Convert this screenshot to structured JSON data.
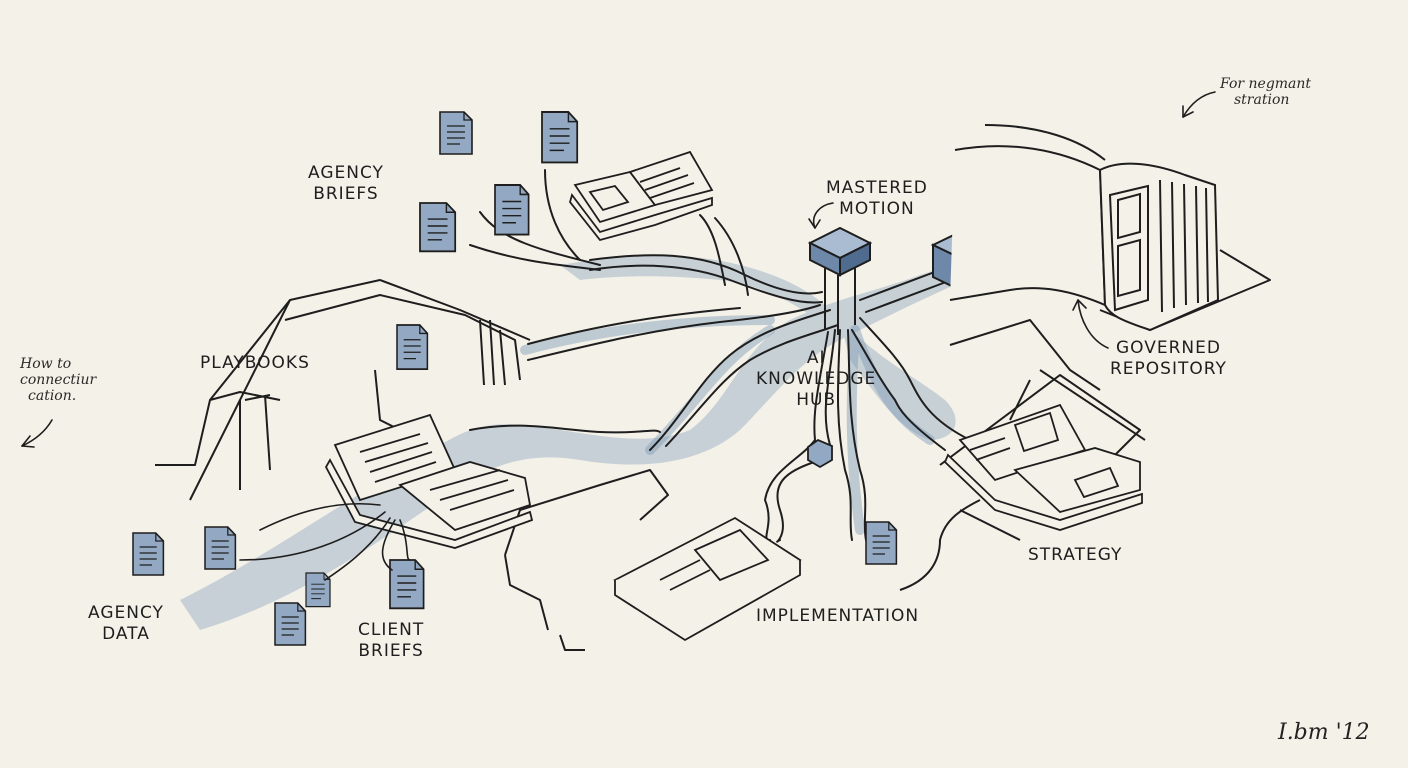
{
  "labels": {
    "agency_briefs": [
      "AGENCY",
      "BRIEFS"
    ],
    "mastered_motion": [
      "MASTERED",
      "MOTION"
    ],
    "governed_repository": [
      "GOVERNED",
      "REPOSITORY"
    ],
    "ai_knowledge_hub": [
      "AI",
      "KNOWLEDGE",
      "HUB"
    ],
    "playbooks": "PLAYBOOKS",
    "agency_data": [
      "AGENCY",
      "DATA"
    ],
    "client_briefs": [
      "CLIENT",
      "BRIEFS"
    ],
    "implementation": "IMPLEMENTATION",
    "strategy": "STRATEGY"
  },
  "notes": {
    "top_right": [
      "For negmant",
      "stration"
    ],
    "left": [
      "How to",
      "connectiur",
      "cation."
    ]
  },
  "signature": "I.bm '12",
  "colors": {
    "paper": "#f4f1e8",
    "ink": "#1e1e1e",
    "wash": "#7f9bb8",
    "doc_fill": "#93a8c2"
  }
}
